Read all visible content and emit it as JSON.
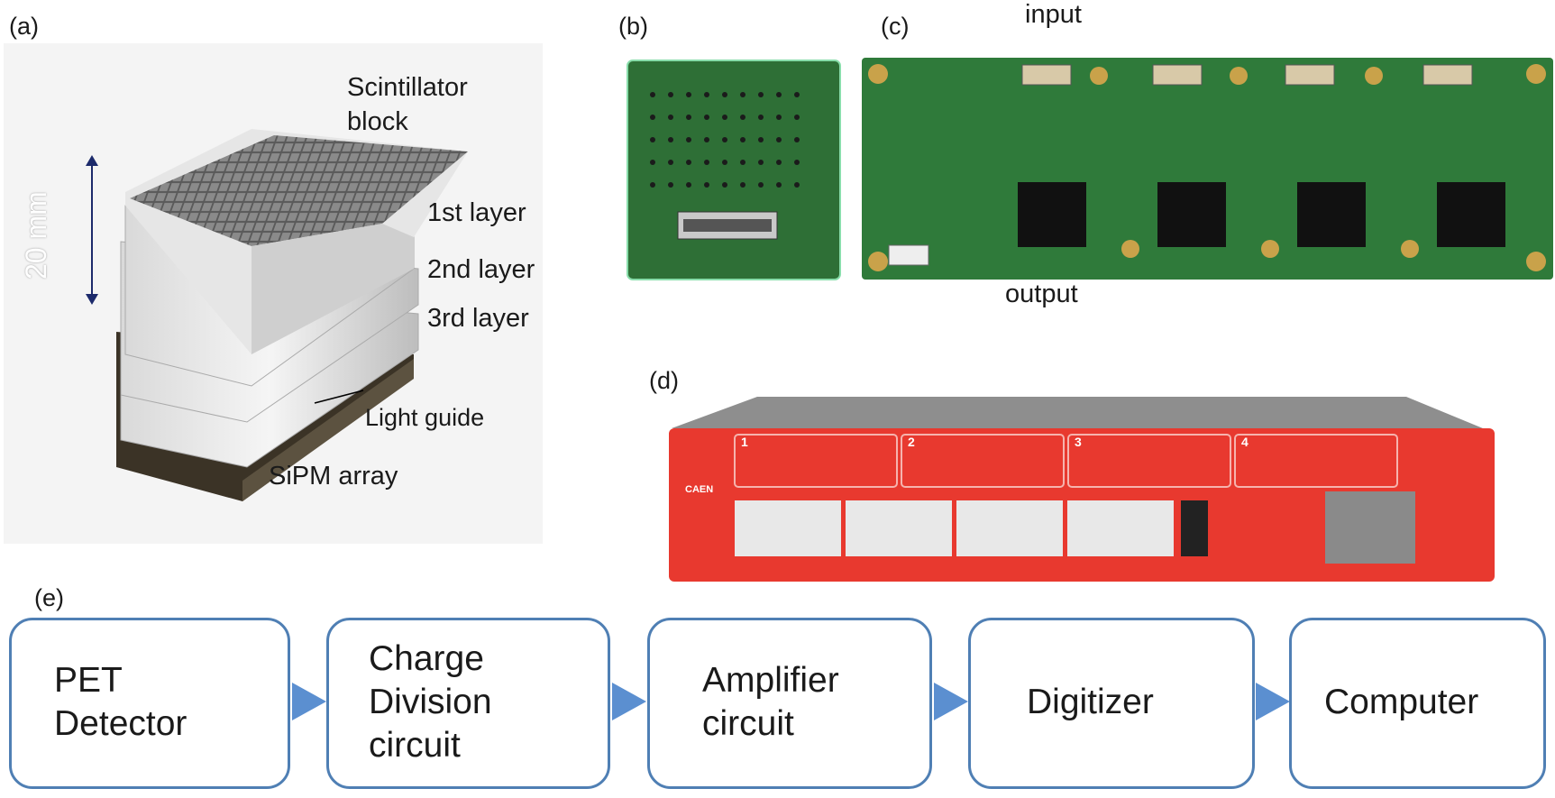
{
  "panels": {
    "a": "(a)",
    "b": "(b)",
    "c": "(c)",
    "d": "(d)",
    "e": "(e)"
  },
  "photo_a": {
    "top_label": "Scintillator\nblock",
    "layer1": "1st layer",
    "layer2": "2nd layer",
    "layer3": "3rd layer",
    "light_guide": "Light guide",
    "sipm": "SiPM array",
    "dimension": "20 mm"
  },
  "photo_c": {
    "input": "input",
    "output": "output"
  },
  "photo_d": {
    "module_numbers": [
      "1",
      "2",
      "3",
      "4"
    ],
    "brand": "CAEN"
  },
  "flow": {
    "boxes": [
      "PET\nDetector",
      "Charge\nDivision\ncircuit",
      "Amplifier\ncircuit",
      "Digitizer",
      "Computer"
    ]
  },
  "colors": {
    "box_border": "#4f7fb4",
    "arrow": "#5b8fd0",
    "digitizer_red": "#e8392f",
    "pcb_green": "#2f7a3a"
  }
}
